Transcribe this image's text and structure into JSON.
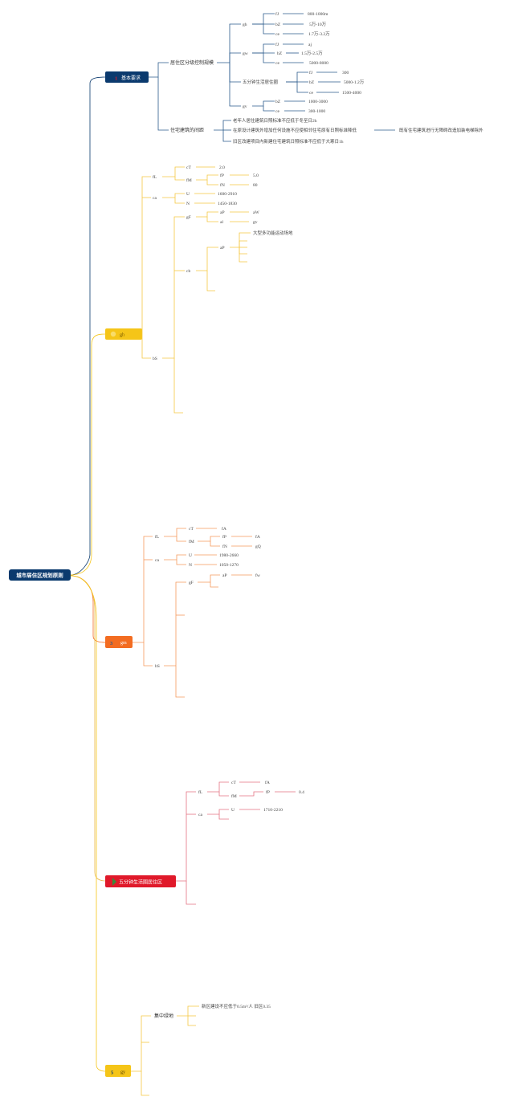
{
  "root": {
    "label": "城市居住区规划原则"
  },
  "colors": {
    "navy": "#0b3a6e",
    "yellow": "#f5c518",
    "orange": "#f36c21",
    "red": "#e0192a",
    "line_navy": "#2b5b8c",
    "line_yellow": "#f5c842",
    "line_orange": "#f59a5c",
    "line_red": "#e57383",
    "line_gold": "#e8b84a",
    "icon_green": "#3a8a3a"
  },
  "b1": {
    "num": "1",
    "title": "基本要求",
    "n1": "居住区分级控制规模",
    "g1": "gh",
    "g1a": "fJ",
    "g1a_v": "800-1000m",
    "g1b": "bZ",
    "g1b_v": "5万-10万",
    "g1c": "ce",
    "g1c_v": "1.7万-3.2万",
    "g2": "gw",
    "g2a": "fJ",
    "g2a_v": "aj",
    "g2b": "bZ",
    "g2b_v": "1.5万-2.5万",
    "g2c": "ce",
    "g2c_v": "5000-8000",
    "g3": "五分钟生活居住圈",
    "g3a": "fJ",
    "g3a_v": "300",
    "g3b": "bZ",
    "g3b_v": "5000-1.2万",
    "g3c": "ce",
    "g3c_v": "1500-4000",
    "g4": "gv",
    "g4a": "bZ",
    "g4a_v": "1000-3000",
    "g4b": "ce",
    "g4b_v": "300-1000",
    "n2": "住宅建筑的间距",
    "s1": "老年人居住建筑日照标准不应低于冬至日2h",
    "s2": "在原设计建筑外增加任何设施不应使相邻住宅原有日照标准降低",
    "s2_tail": "既有住宅建筑进行无障碍改造加装电梯除外",
    "s3": "旧区改建项目内新建住宅建筑日照标准不应低于大寒日1h"
  },
  "b2": {
    "title": "gh",
    "fL": "fL",
    "cT": "cT",
    "cT_v": "2.0",
    "fM": "fM",
    "fP": "fP",
    "fP_v": "5.0",
    "fN": "fN",
    "fN_v": "80",
    "ca": "ca",
    "U": "U",
    "U_v": "1600-2910",
    "N": "N",
    "N_v": "1450-1830",
    "bS": "bS",
    "gF": "gF",
    "aP": "aP",
    "aP_v": "aW",
    "al": "al",
    "al_v": "gv",
    "cb": "cb",
    "aP2": "aP",
    "aP2_v": "大型多功能运动场地"
  },
  "b3": {
    "num": "3",
    "title": "gm",
    "fL": "fL",
    "cT": "cT",
    "cT_v": "fA",
    "fM": "fM",
    "fP": "fP",
    "fP_v": "fA",
    "fN": "fN",
    "fN_v": "gQ",
    "ca": "ca",
    "U": "U",
    "U_v": "1980-2660",
    "N": "N",
    "N_v": "1050-1270",
    "bS": "bS",
    "gF": "gF",
    "aP": "aP",
    "aP_v": "fw"
  },
  "b4": {
    "title": "五分钟生活圈居住区",
    "fL": "fL",
    "cT": "cT",
    "cT_v": "fA",
    "fM": "fM",
    "fP": "fP",
    "fP_v": "0.4",
    "ca": "ca",
    "U": "U",
    "U_v": "1710-2210"
  },
  "b5": {
    "num": "5",
    "title": "gy",
    "n1": "集中绿地",
    "n1_v": "新区建设不应低于0.5m²/人 旧区0.35"
  }
}
